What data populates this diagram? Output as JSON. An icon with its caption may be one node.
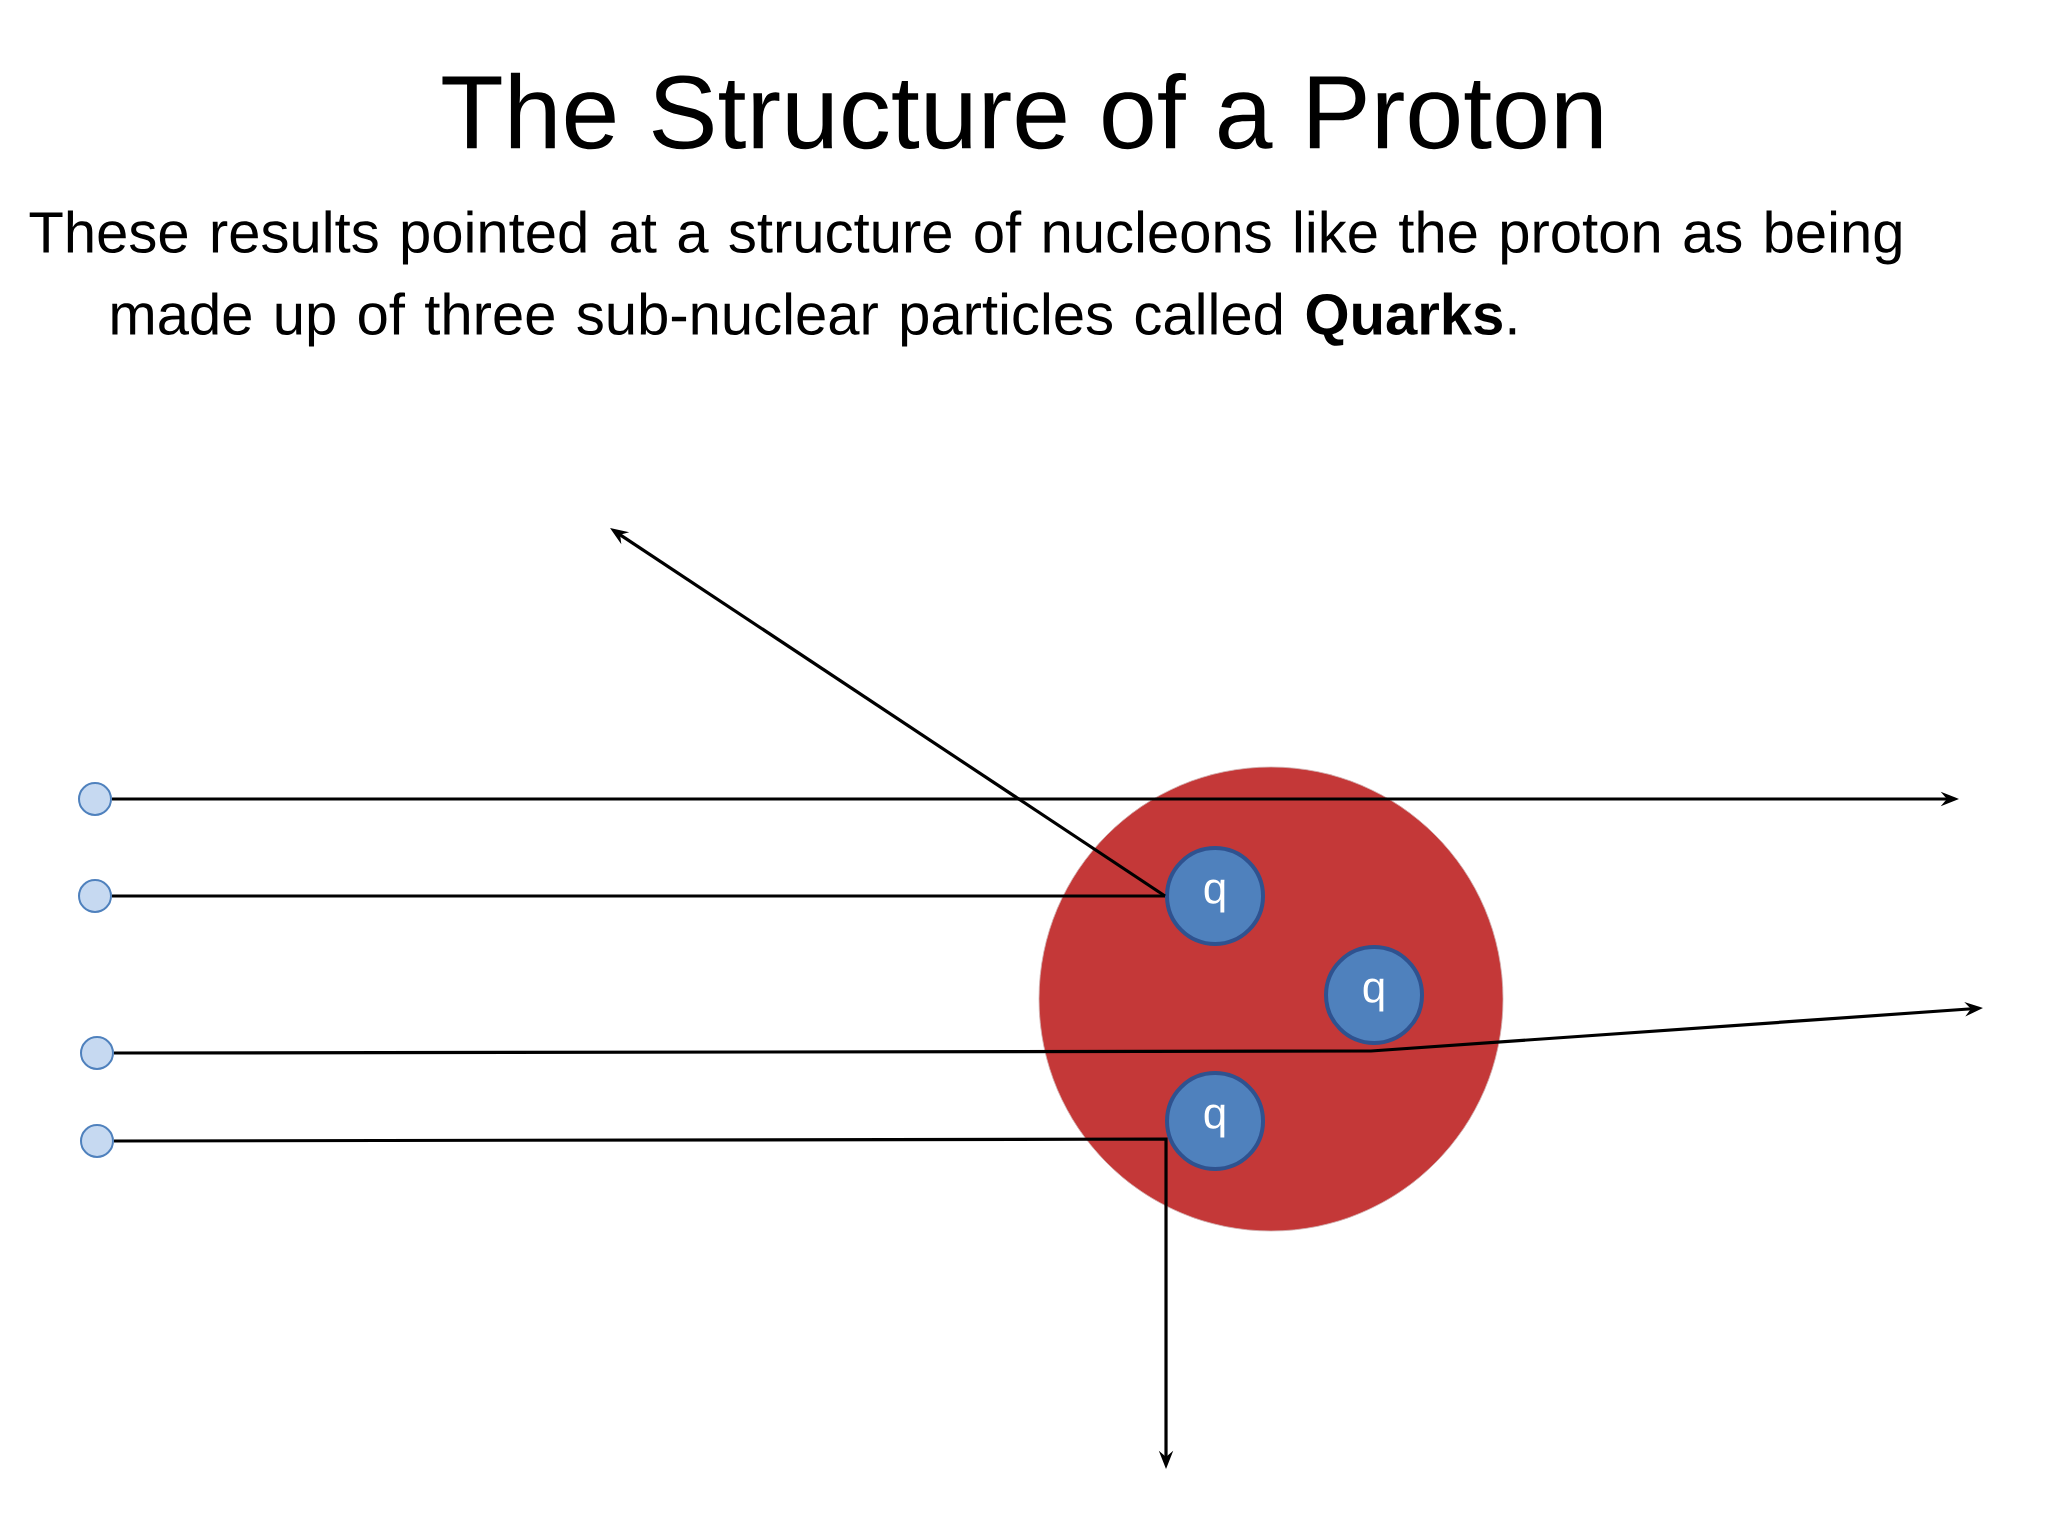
{
  "diagram": {
    "title": "The Structure of a Proton",
    "caption": "These results pointed at a structure of nucleons like the proton as being made up of three sub-nuclear particles called **Quarks**.",
    "nodes": [
      {
        "text": [],
        "shape": "circle"
      },
      {
        "text": [
          "q"
        ],
        "in": 0
      },
      {
        "text": [
          "q"
        ],
        "in": 0
      },
      {
        "text": [
          "q"
        ],
        "in": 0
      },
      {
        "text": [],
        "shape": "circle"
      },
      {
        "text": [],
        "shape": "circle"
      },
      {
        "text": [],
        "shape": "circle"
      },
      {
        "text": [],
        "shape": "circle"
      }
    ],
    "edges": [
      {
        "from": 4,
        "to": null,
        "arrow": "to"
      },
      {
        "from": 5,
        "to": 1,
        "arrow": "none"
      },
      {
        "from": 1,
        "to": null,
        "arrow": "to"
      },
      {
        "from": 6,
        "to": null,
        "arrow": "to"
      },
      {
        "from": 7,
        "to": null,
        "arrow": "to"
      }
    ]
  }
}
